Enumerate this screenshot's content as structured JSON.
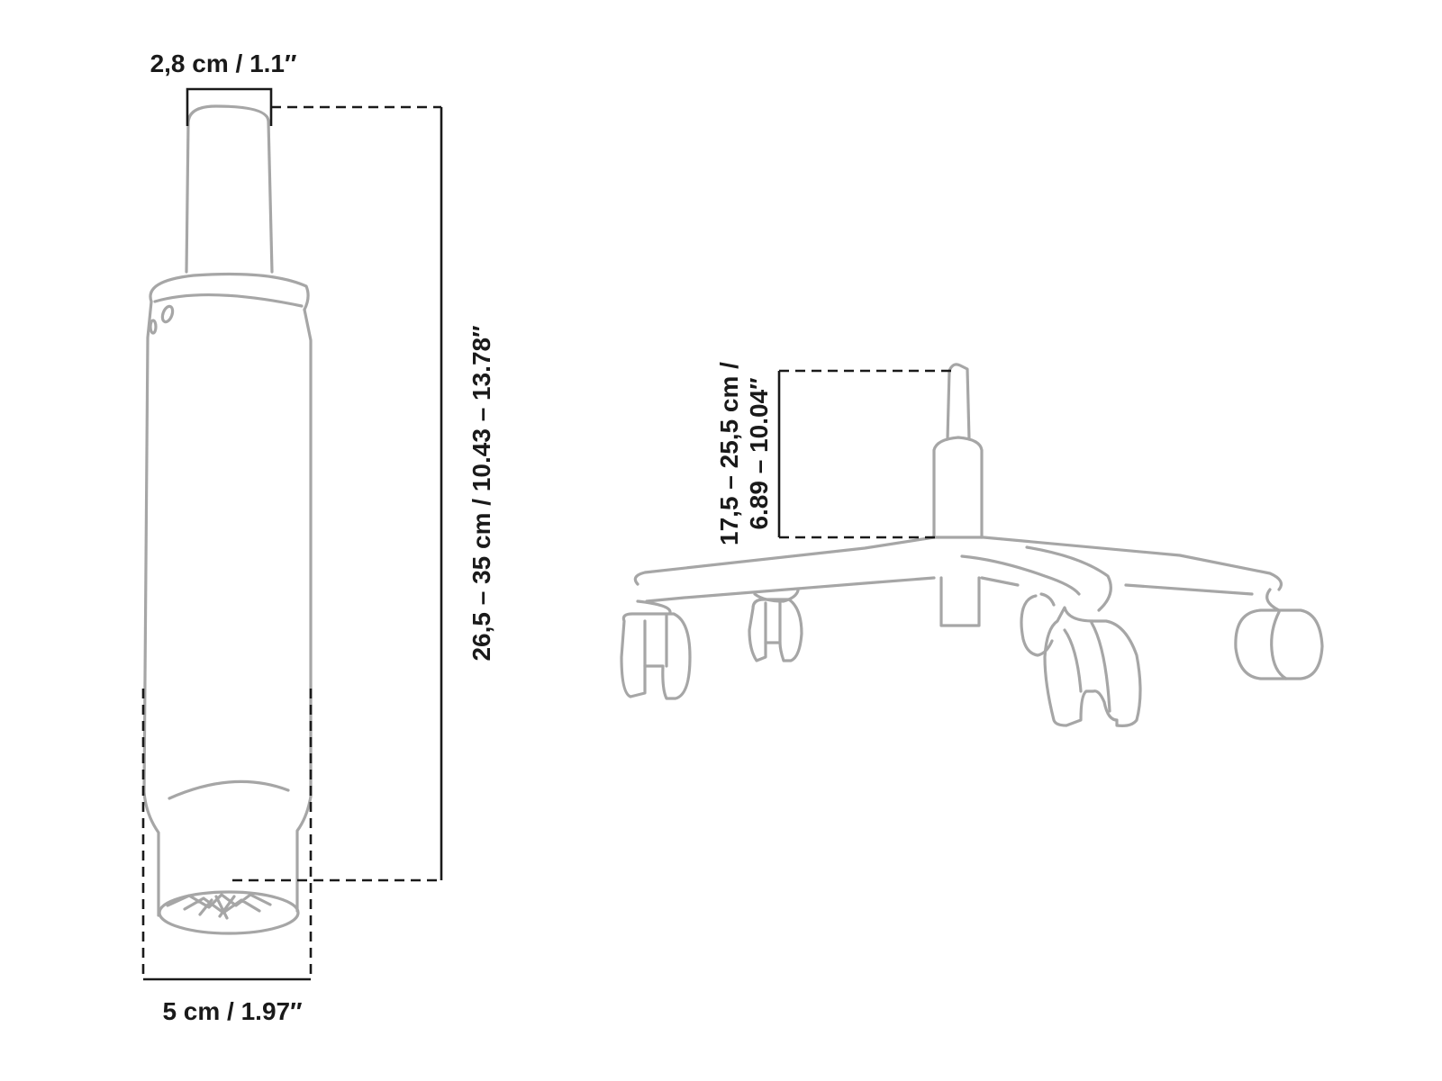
{
  "dimensions": {
    "top_diameter": "2,8 cm / 1.1″",
    "total_length": "26,5 – 35 cm / 10.43 – 13.78″",
    "bottom_diameter": "5 cm / 1.97″",
    "base_height_line1": "17,5 – 25,5 cm /",
    "base_height_line2": "6.89 – 10.04″"
  },
  "colors": {
    "part_outline": "#a6a6a6",
    "dimension_line": "#1a1a1a",
    "background": "#ffffff"
  }
}
